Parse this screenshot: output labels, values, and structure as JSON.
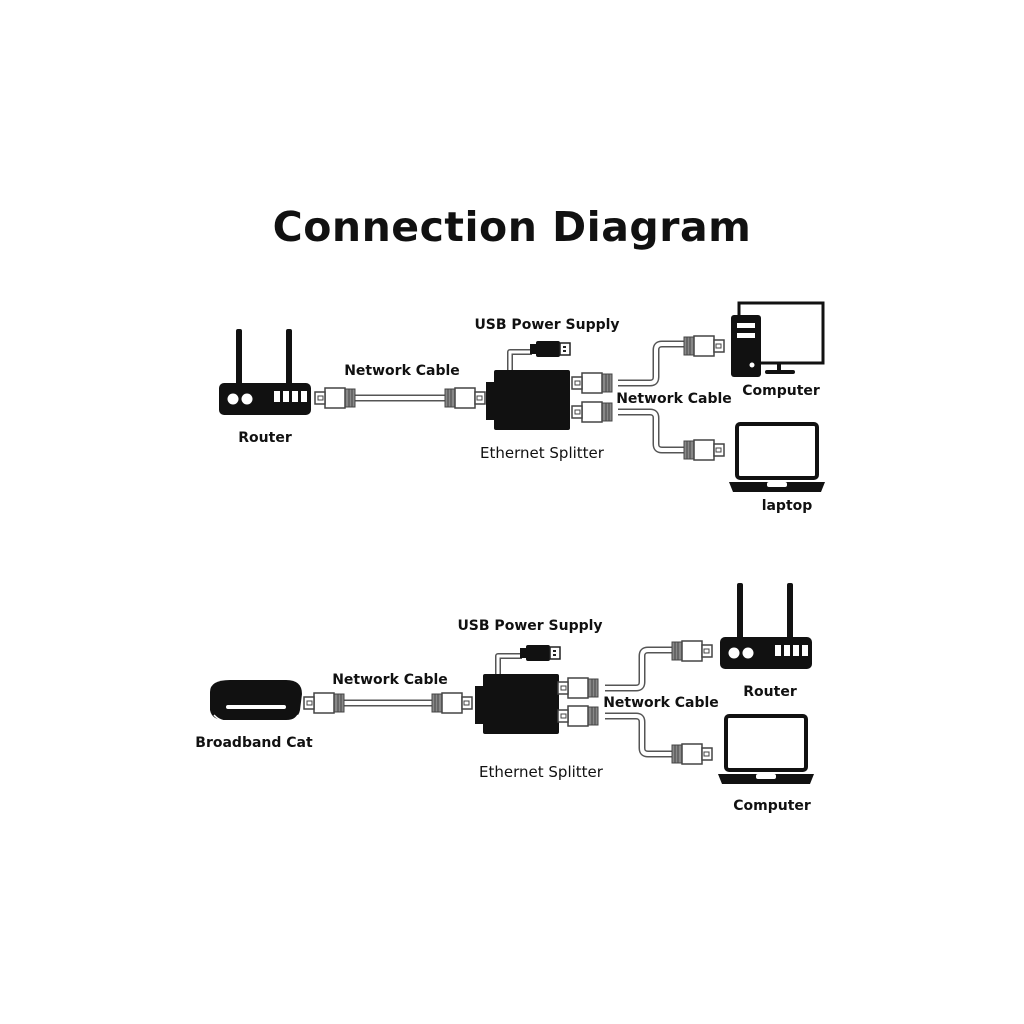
{
  "title": "Connection Diagram",
  "diagrams": [
    {
      "source": "Router",
      "input_cable": "Network Cable",
      "power": "USB Power Supply",
      "splitter": "Ethernet Splitter",
      "output_cable": "Network Cable",
      "target_top": "Computer",
      "target_bottom": "laptop"
    },
    {
      "source": "Broadband Cat",
      "input_cable": "Network Cable",
      "power": "USB Power Supply",
      "splitter": "Ethernet Splitter",
      "output_cable": "Network Cable",
      "target_top": "Router",
      "target_bottom": "Computer"
    }
  ]
}
